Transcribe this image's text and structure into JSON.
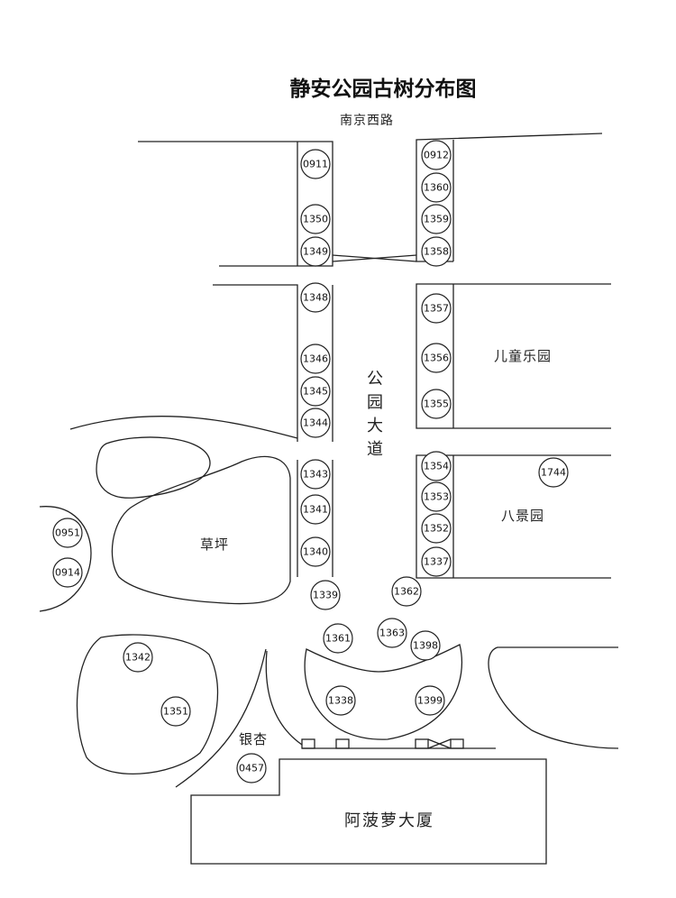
{
  "title": "静安公园古树分布图",
  "street_north": "南京西路",
  "labels": {
    "children_park": "儿童乐园",
    "main_avenue": [
      "公",
      "园",
      "大",
      "道"
    ],
    "eight_views": "八景园",
    "lawn": "草坪",
    "ginkgo": "银杏",
    "building": "阿菠萝大厦"
  },
  "trees": [
    {
      "id": "0911"
    },
    {
      "id": "1350"
    },
    {
      "id": "1349"
    },
    {
      "id": "0912"
    },
    {
      "id": "1360"
    },
    {
      "id": "1359"
    },
    {
      "id": "1358"
    },
    {
      "id": "1348"
    },
    {
      "id": "1346"
    },
    {
      "id": "1345"
    },
    {
      "id": "1344"
    },
    {
      "id": "1357"
    },
    {
      "id": "1356"
    },
    {
      "id": "1355"
    },
    {
      "id": "1343"
    },
    {
      "id": "1341"
    },
    {
      "id": "1340"
    },
    {
      "id": "1354"
    },
    {
      "id": "1353"
    },
    {
      "id": "1352"
    },
    {
      "id": "1337"
    },
    {
      "id": "1744"
    },
    {
      "id": "0951"
    },
    {
      "id": "0914"
    },
    {
      "id": "1339"
    },
    {
      "id": "1362"
    },
    {
      "id": "1361"
    },
    {
      "id": "1363"
    },
    {
      "id": "1398"
    },
    {
      "id": "1342"
    },
    {
      "id": "1351"
    },
    {
      "id": "1338"
    },
    {
      "id": "1399"
    },
    {
      "id": "0457"
    }
  ]
}
